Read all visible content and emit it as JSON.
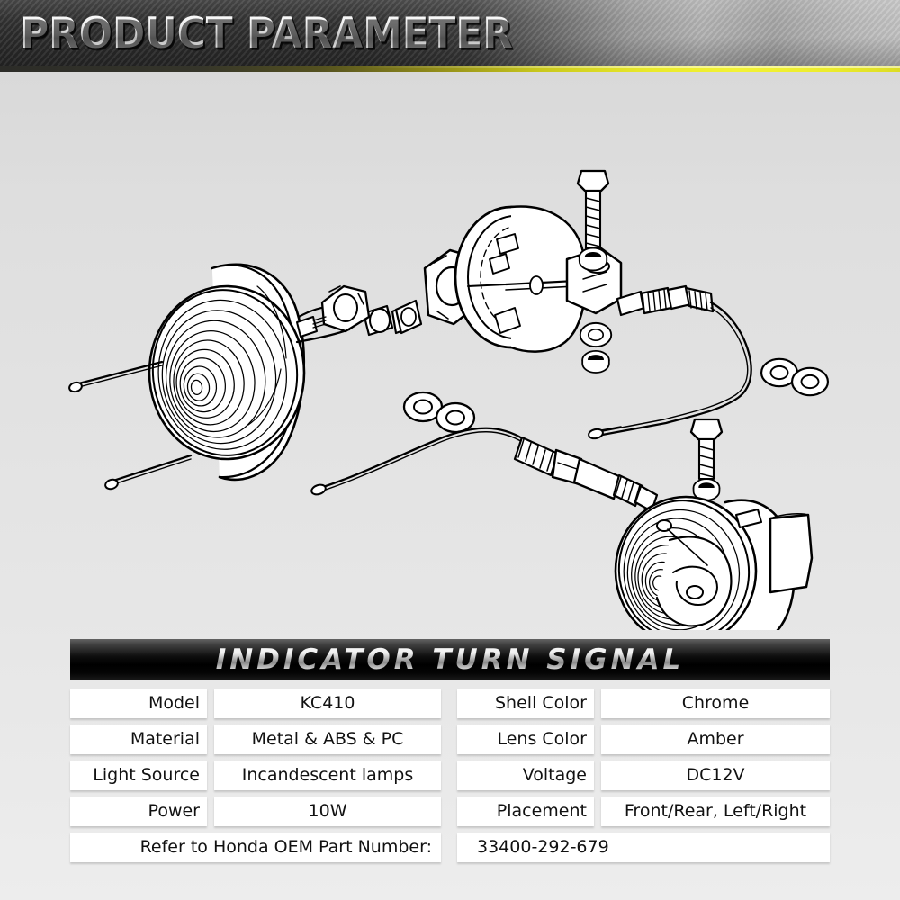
{
  "header": {
    "title": "PRODUCT PARAMETER",
    "accent_color": "#eded2c",
    "bar_color": "#2d2d2d"
  },
  "illustration": {
    "name": "exploded-parts-diagram",
    "description": "Black and white line-art exploded view of motorcycle turn signal indicator assembly",
    "parts": [
      "turn-signal-lamp-left",
      "turn-signal-lamp-right",
      "reflector-housing",
      "mounting-bracket",
      "stem-arm",
      "hex-bolt-upper",
      "hex-bolt-right",
      "washer-pair-center",
      "washer-right",
      "lock-nut-lower",
      "wire-harness-upper",
      "wire-harness-lower",
      "split-pin-upper",
      "split-pin-lower"
    ]
  },
  "spec": {
    "banner_title": "INDICATOR  TURN  SIGNAL",
    "rows": [
      {
        "label_left": "Model",
        "value_left": "KC410",
        "label_right": "Shell Color",
        "value_right": "Chrome"
      },
      {
        "label_left": "Material",
        "value_left": "Metal & ABS & PC",
        "label_right": "Lens Color",
        "value_right": "Amber"
      },
      {
        "label_left": "Light Source",
        "value_left": "Incandescent lamps",
        "label_right": "Voltage",
        "value_right": "DC12V"
      },
      {
        "label_left": "Power",
        "value_left": "10W",
        "label_right": "Placement",
        "value_right": "Front/Rear, Left/Right"
      }
    ],
    "oem": {
      "label": "Refer to Honda OEM Part Number:",
      "value": "33400-292-679"
    }
  }
}
